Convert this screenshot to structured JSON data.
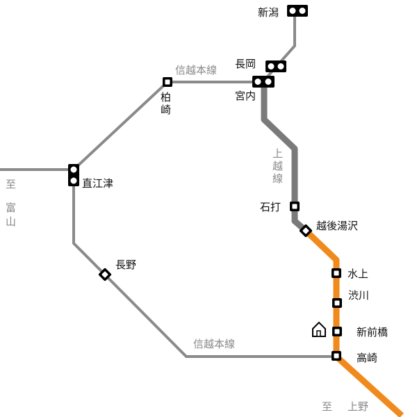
{
  "colors": {
    "shinetsu_line": "#8a8a8a",
    "joetsu_line": "#7a7a7a",
    "orange_line": "#f08a1c",
    "station_fill": "#ffffff",
    "station_stroke": "#000000",
    "label_gray": "#888888"
  },
  "labels": {
    "niigata": "新潟",
    "nagaoka": "長岡",
    "miyauchi": "宮内",
    "kashiwazaki_1": "柏",
    "kashiwazaki_2": "崎",
    "naoetsu": "直江津",
    "nagano": "長野",
    "ishiuchi": "石打",
    "echigo_yuzawa": "越後湯沢",
    "minakami": "水上",
    "shibukawa": "渋川",
    "shinmaebashi": "新前橋",
    "takasaki": "高崎",
    "line_shinetsu_north": "信越本線",
    "line_shinetsu_south": "信越本線",
    "joetsu_1": "上",
    "joetsu_2": "越",
    "joetsu_3": "線",
    "to_toyama_1": "至",
    "to_toyama_2": "富",
    "to_toyama_3": "山",
    "to_ueno_prefix": "至",
    "to_ueno": "上野"
  },
  "icons": {
    "home_station": "house-icon",
    "station_square": "square-station-icon",
    "station_diamond": "diamond-station-icon"
  }
}
